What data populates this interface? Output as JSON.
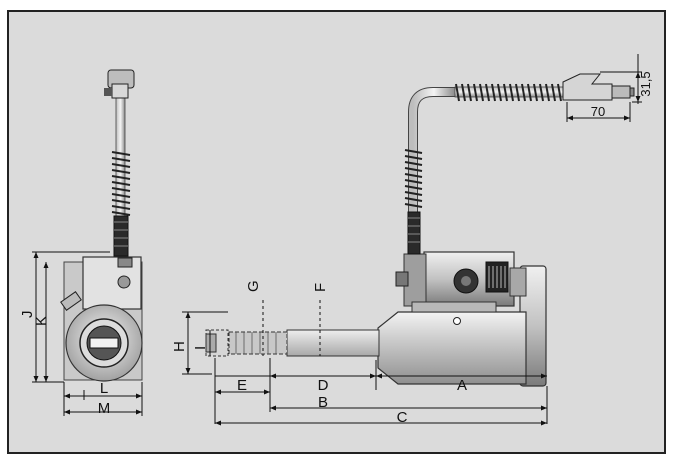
{
  "diagram": {
    "dimension_labels": {
      "a": "A",
      "b": "B",
      "c": "C",
      "d": "D",
      "e": "E",
      "f": "F",
      "g": "G",
      "h": "H",
      "i": "I",
      "j": "J",
      "k": "K",
      "l": "L",
      "m": "M"
    },
    "dimension_values": {
      "hose_length": "70",
      "coupler_height": "31,5"
    }
  }
}
